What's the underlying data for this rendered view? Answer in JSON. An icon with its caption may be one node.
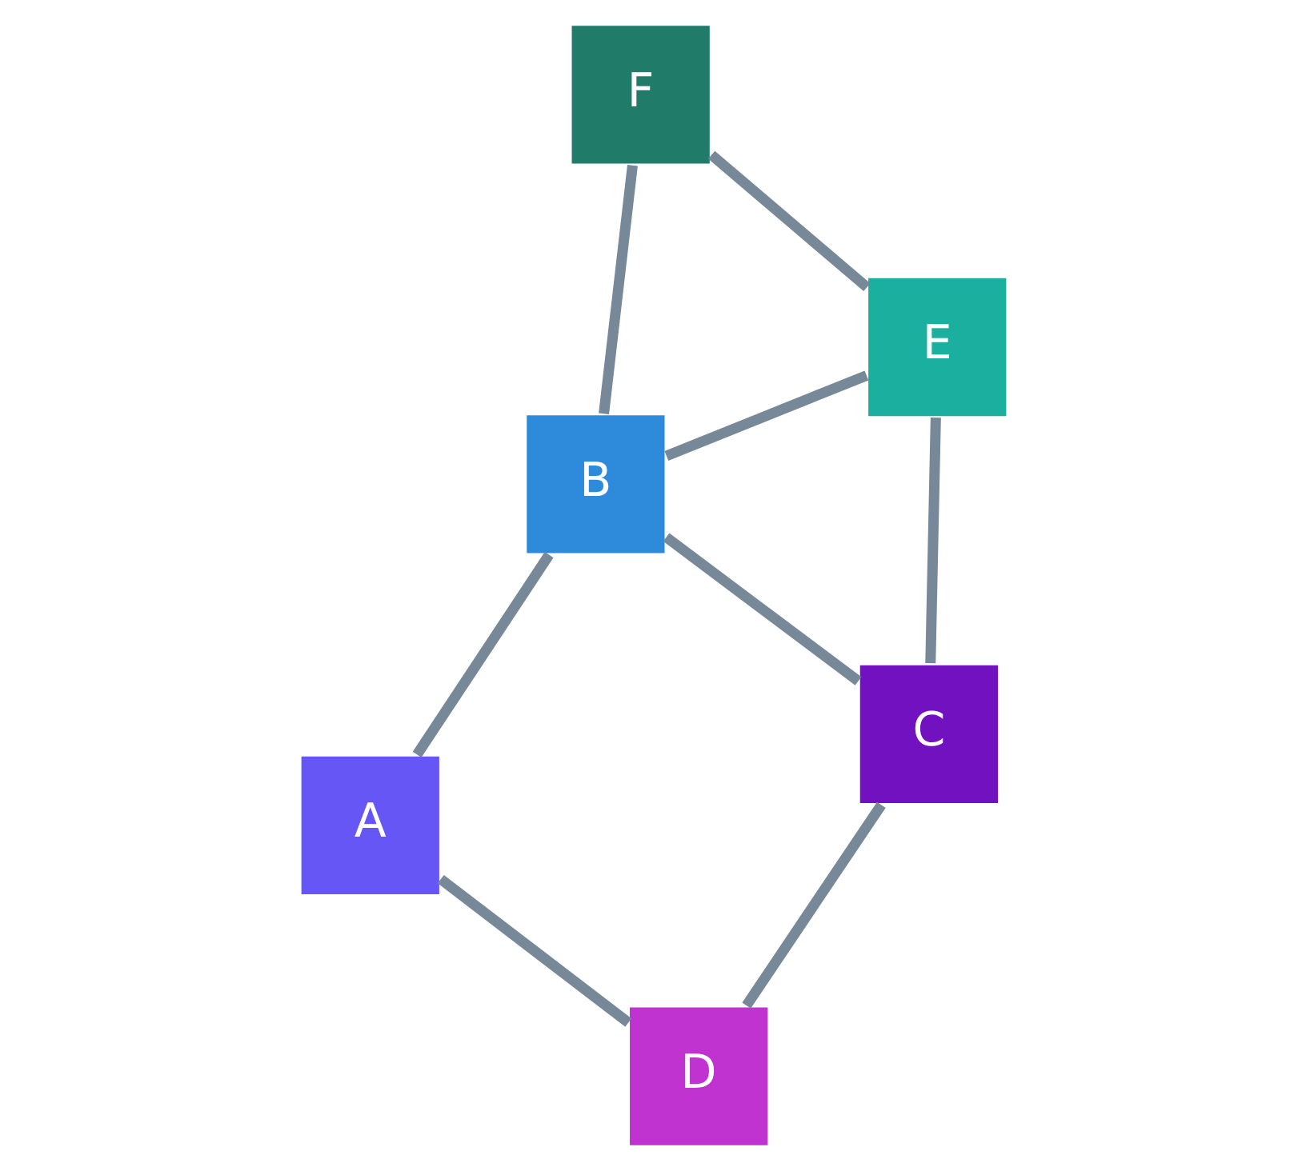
{
  "diagram": {
    "nodes": [
      {
        "text": [
          "A"
        ]
      },
      {
        "text": [
          "D"
        ]
      },
      {
        "text": [
          "C"
        ]
      },
      {
        "text": [
          "B"
        ]
      },
      {
        "text": [
          "E"
        ]
      },
      {
        "text": [
          "F"
        ]
      }
    ],
    "edges": [
      {
        "from": 0,
        "to": 1,
        "arrow": "none"
      },
      {
        "from": 1,
        "to": 2,
        "arrow": "none"
      },
      {
        "from": 0,
        "to": 3,
        "arrow": "none"
      },
      {
        "from": 2,
        "to": 3,
        "arrow": "none"
      },
      {
        "from": 2,
        "to": 4,
        "arrow": "none"
      },
      {
        "from": 3,
        "to": 4,
        "arrow": "none"
      },
      {
        "from": 3,
        "to": 5,
        "arrow": "none"
      },
      {
        "from": 4,
        "to": 5,
        "arrow": "none"
      }
    ]
  }
}
